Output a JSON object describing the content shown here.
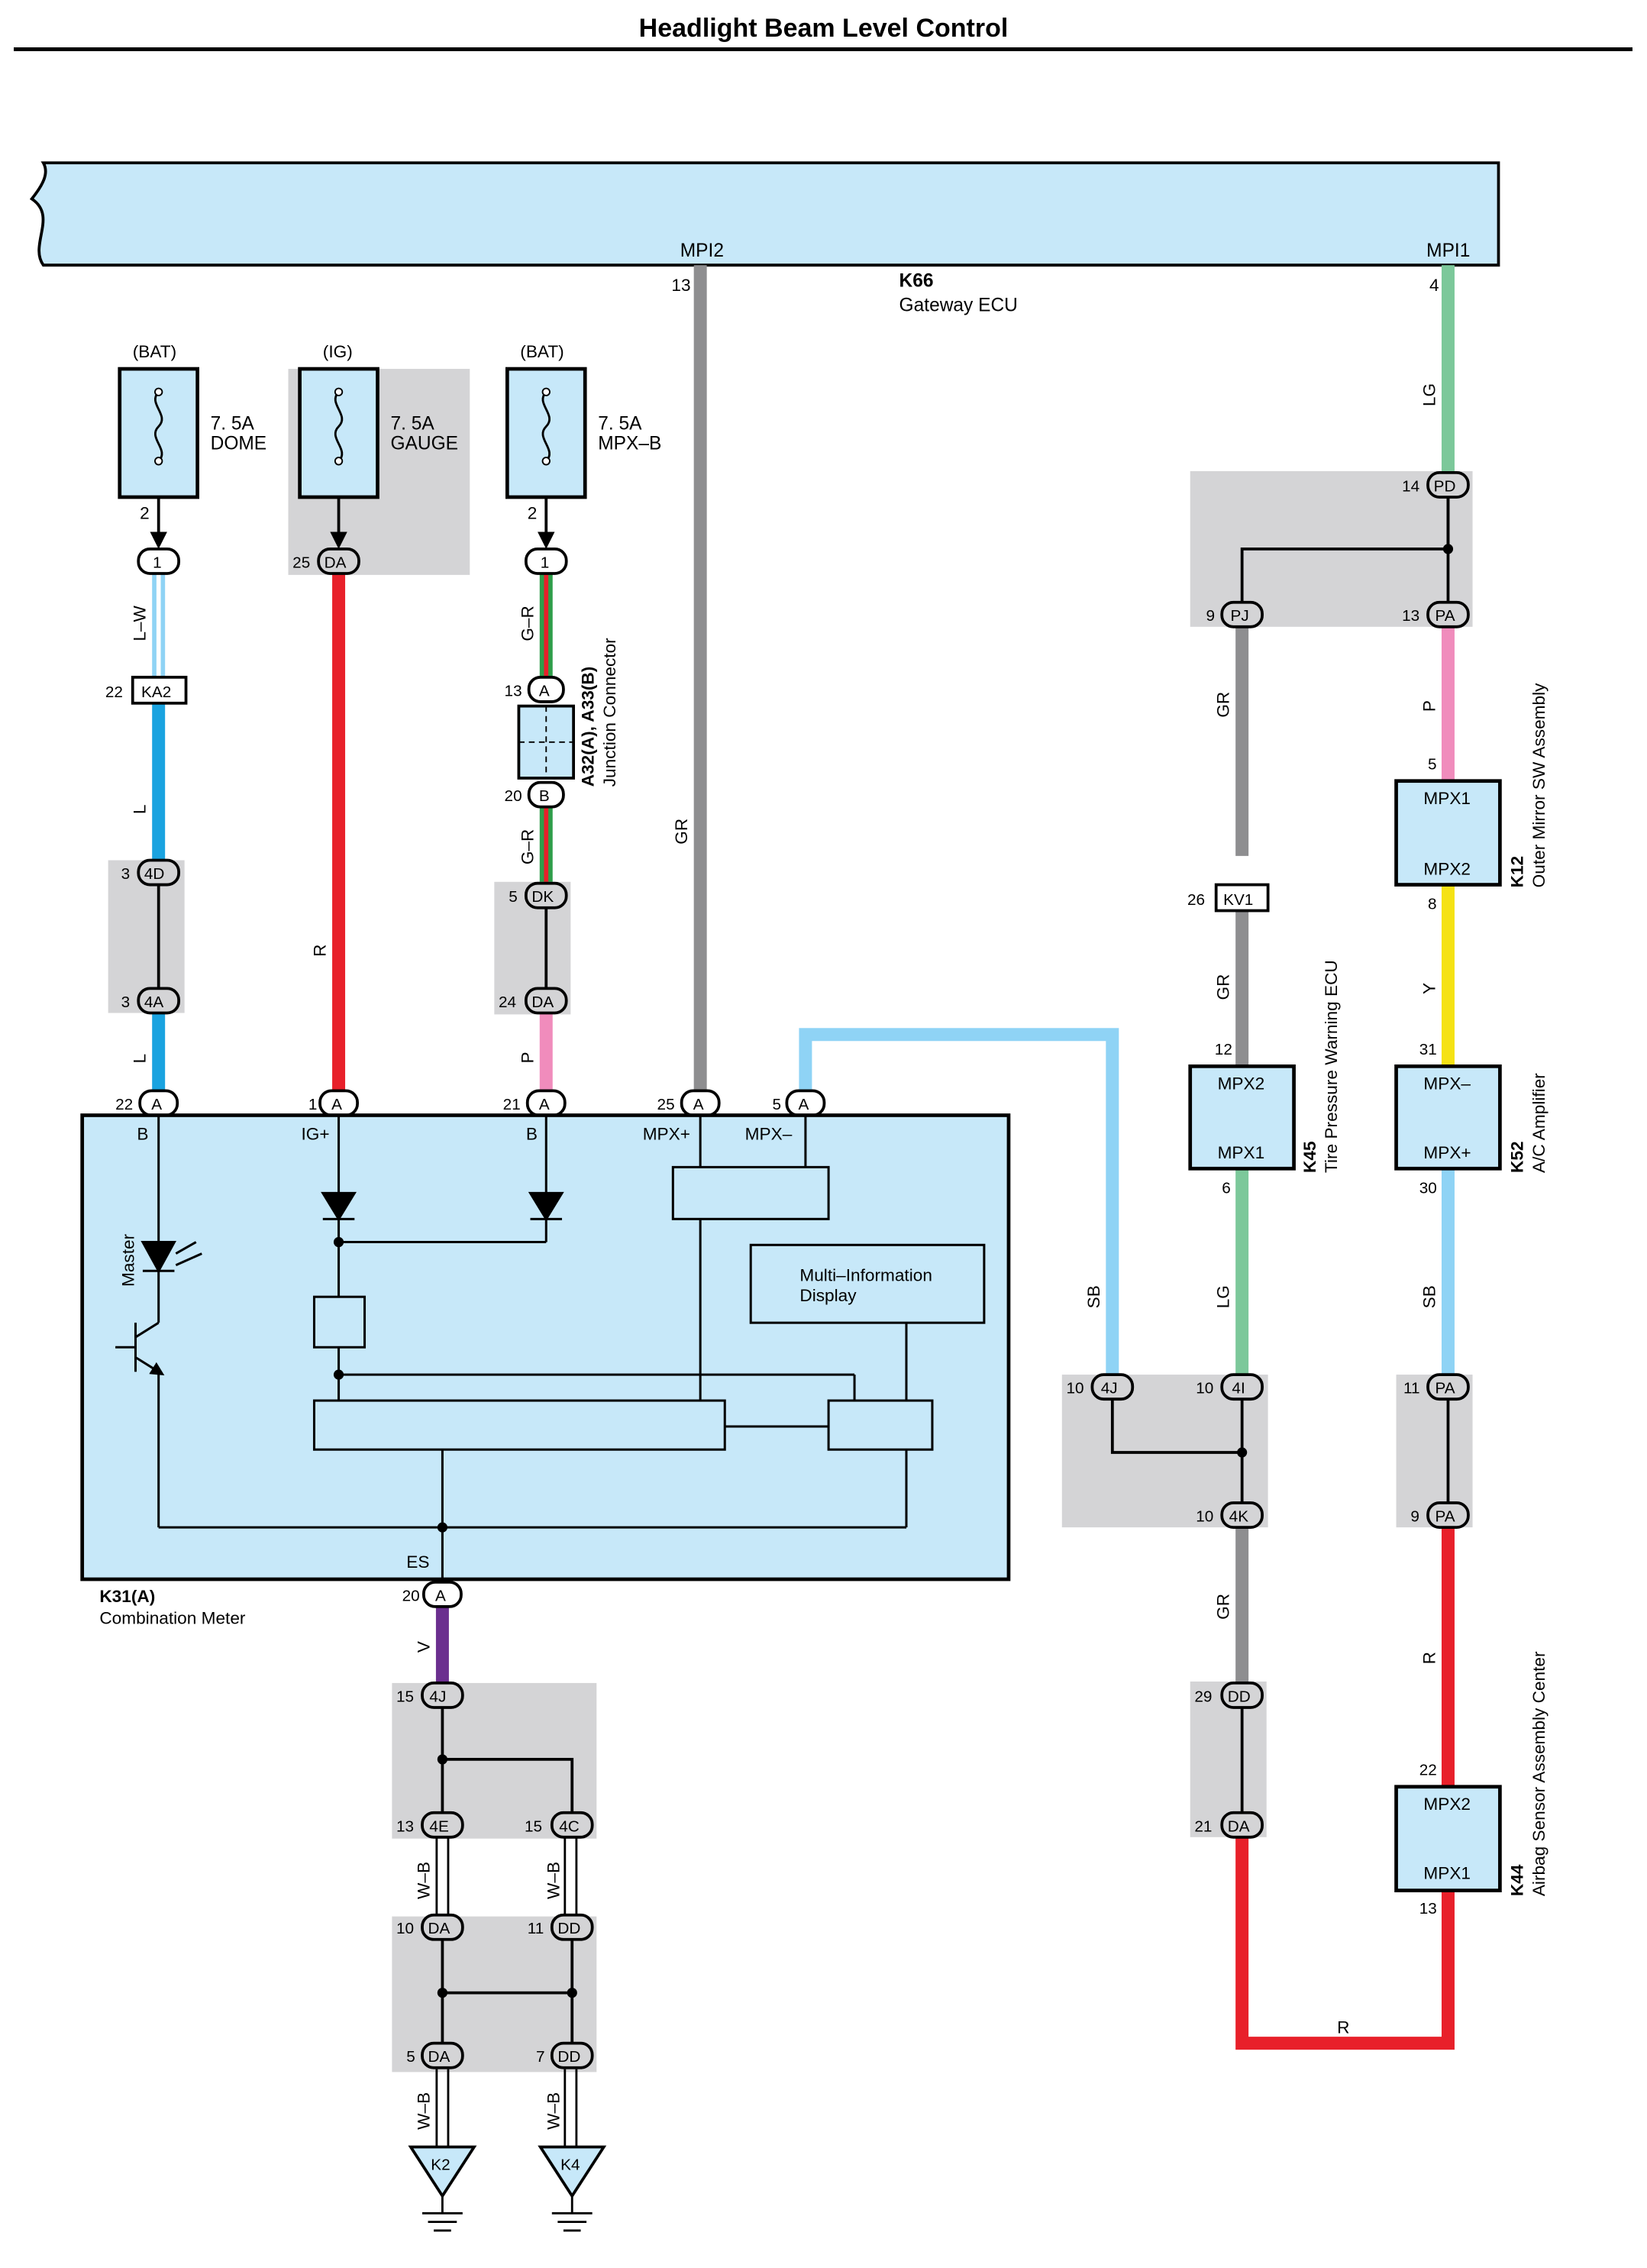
{
  "title": "Headlight Beam Level Control",
  "colors": {
    "ecu_fill": "#c7e8f9",
    "shade": "#d4d4d6",
    "L": "#1aa3e0",
    "LW_light": "#8fd3f5",
    "R": "#e8202a",
    "GR": "#8e8e90",
    "P": "#f08cbc",
    "SB": "#8fd3f5",
    "LG": "#7cc89a",
    "Y": "#f5e214",
    "V": "#6b2f8f",
    "G": "#2e9e4a",
    "W": "#ffffff",
    "B": "#000000"
  },
  "gateway": {
    "id": "K66",
    "name": "Gateway ECU",
    "pin_mpi2": "MPI2",
    "pin_mpi1": "MPI1",
    "mpi2_no": "13",
    "mpi1_no": "4"
  },
  "fuses": [
    {
      "supply": "(BAT)",
      "rating": "7. 5A",
      "name": "DOME",
      "pin": "2"
    },
    {
      "supply": "(IG)",
      "rating": "7. 5A",
      "name": "GAUGE",
      "pin": ""
    },
    {
      "supply": "(BAT)",
      "rating": "7. 5A",
      "name": "MPX–B",
      "pin": "2"
    }
  ],
  "wires": {
    "LW": "L–W",
    "L": "L",
    "R": "R",
    "GR": "GR",
    "GR2": "G–R",
    "P": "P",
    "LG": "LG",
    "SB": "SB",
    "Y": "Y",
    "V": "V",
    "WB": "W–B"
  },
  "connectors": {
    "c1": "1",
    "DA": "DA",
    "KA2": "KA2",
    "4D": "4D",
    "4A": "4A",
    "A": "A",
    "B": "B",
    "DK": "DK",
    "PD": "PD",
    "PJ": "PJ",
    "PA": "PA",
    "KV1": "KV1",
    "4J": "4J",
    "4I": "4I",
    "4K": "4K",
    "DD": "DD",
    "4E": "4E",
    "4C": "4C",
    "K2": "K2",
    "K4": "K4"
  },
  "pins": {
    "p2": "2",
    "p25": "25",
    "p22": "22",
    "p3": "3",
    "p13": "13",
    "p20": "20",
    "p5": "5",
    "p24": "24",
    "p1": "1",
    "p21": "21",
    "p14": "14",
    "p9": "9",
    "p26": "26",
    "p12": "12",
    "p6": "6",
    "p8": "8",
    "p31": "31",
    "p30": "30",
    "p10": "10",
    "p11": "11",
    "p29": "29",
    "p15": "15",
    "p7": "7"
  },
  "junction": {
    "id": "A32(A), A33(B)",
    "name": "Junction Connector"
  },
  "meter": {
    "id": "K31(A)",
    "name": "Combination Meter",
    "pin_B": "B",
    "pin_IG": "IG+",
    "pin_MPXp": "MPX+",
    "pin_MPXm": "MPX–",
    "pin_ES": "ES",
    "master": "Master",
    "mid_line1": "Multi–Information",
    "mid_line2": "Display"
  },
  "k12": {
    "id": "K12",
    "name": "Outer Mirror SW Assembly",
    "top": "MPX1",
    "bottom": "MPX2"
  },
  "k45": {
    "id": "K45",
    "name": "Tire Pressure Warning ECU",
    "top": "MPX2",
    "bottom": "MPX1"
  },
  "k52": {
    "id": "K52",
    "name": "A/C Amplifier",
    "top": "MPX–",
    "bottom": "MPX+"
  },
  "k44": {
    "id": "K44",
    "name": "Airbag Sensor Assembly Center",
    "top": "MPX2",
    "bottom": "MPX1"
  }
}
